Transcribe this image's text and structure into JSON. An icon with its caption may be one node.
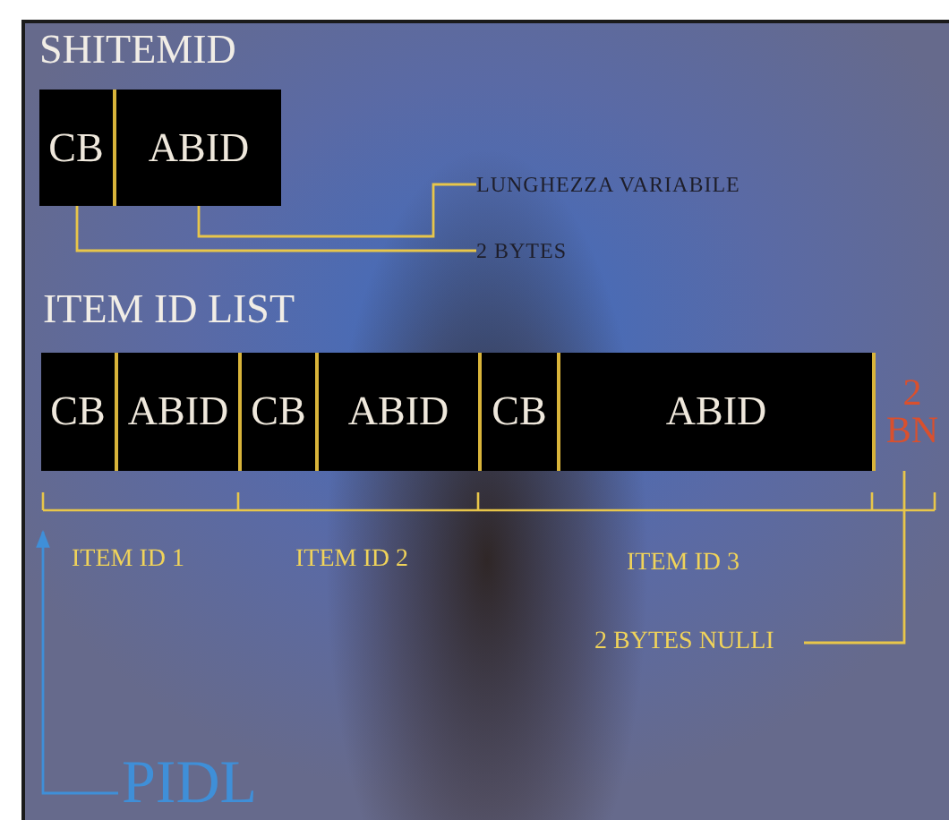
{
  "diagram": {
    "nodes": [
      {
        "text": [
          "CB"
        ]
      },
      {
        "text": [
          "ABID"
        ]
      },
      {
        "text": [
          "LUNGHEZZA VARIABILE"
        ]
      },
      {
        "text": [
          "2 BYTES"
        ]
      },
      {
        "text": [
          "CB"
        ]
      },
      {
        "text": [
          "ABID"
        ]
      },
      {
        "text": [
          "CB"
        ]
      },
      {
        "text": [
          "ABID"
        ]
      },
      {
        "text": [
          "CB"
        ]
      },
      {
        "text": [
          "ABID"
        ]
      },
      {
        "text": [
          "2 BN"
        ]
      },
      {
        "text": [
          "2 BYTES NULLI"
        ]
      },
      {
        "text": [
          "PIDL"
        ]
      }
    ],
    "edges": [
      {
        "from": 2,
        "to": 1,
        "arrow": "none"
      },
      {
        "from": 3,
        "to": 0,
        "arrow": "none"
      },
      {
        "from": 11,
        "to": 10,
        "arrow": "none"
      },
      {
        "from": 12,
        "to": null,
        "arrow": "to",
        "color": "#3f8fd8"
      }
    ],
    "labels": [
      "SHITEMID",
      "ITEM ID LIST",
      "ITEM ID 1",
      "ITEM ID 2",
      "ITEM ID 3"
    ]
  }
}
